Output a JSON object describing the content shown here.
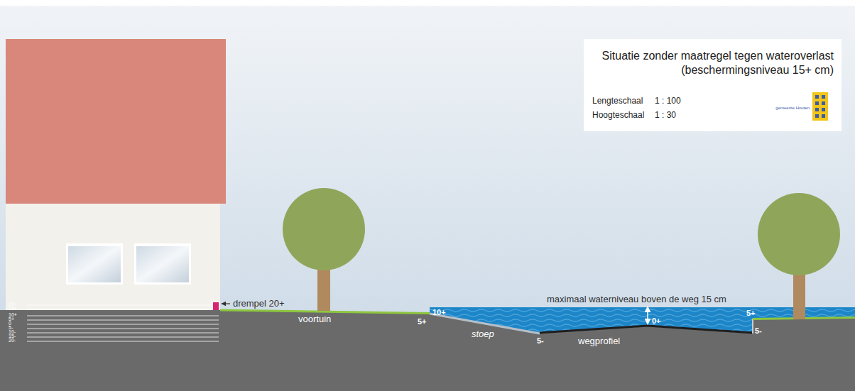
{
  "diagram": {
    "nodes": [
      {
        "text": [
          "Situatie zonder maatregel tegen wateroverlast (beschermingsniveau 15+ cm)",
          "Lengteschaal",
          "1 : 100",
          "Hoogteschaal",
          "1 : 30",
          "gemeente Houten"
        ]
      }
    ],
    "labels": [
      "20+",
      "15+",
      "10+",
      "5+",
      "0",
      "5-",
      "10-",
      "15-",
      "20-",
      "drempel 20+",
      "voortuin",
      "10+",
      "5+",
      "stoep",
      "5-",
      "wegprofiel",
      "0+",
      "maximaal waterniveau boven de weg 15 cm",
      "5+",
      "5-"
    ]
  }
}
